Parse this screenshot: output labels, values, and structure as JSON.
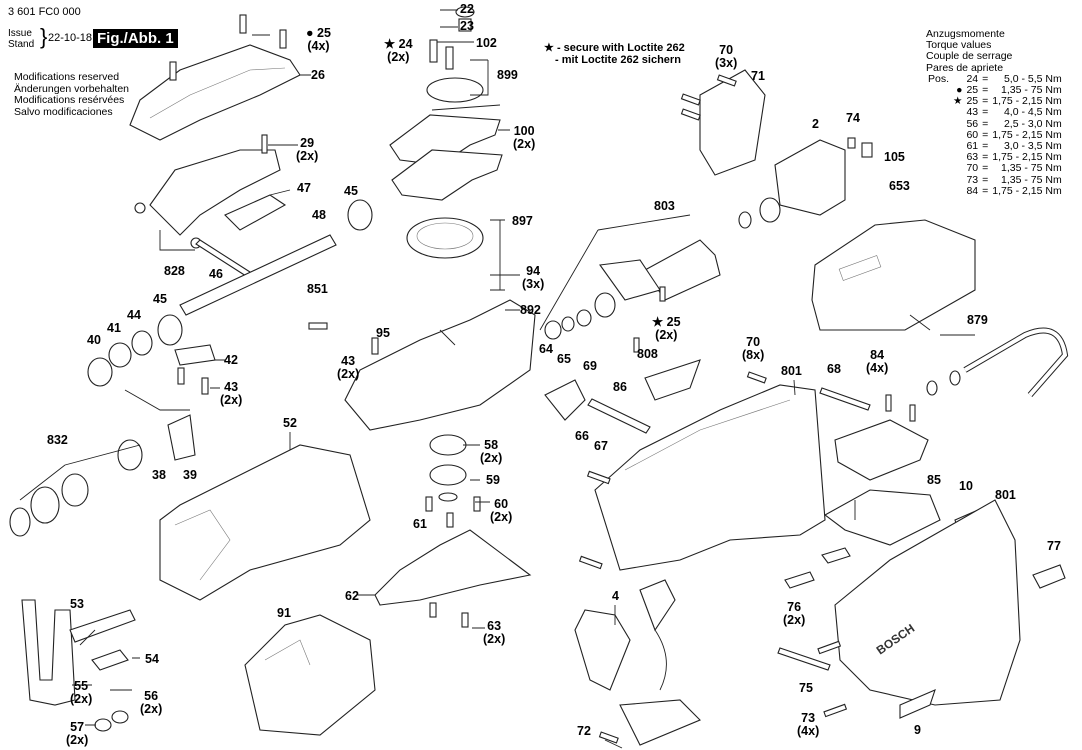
{
  "header": {
    "doc_number": "3 601 FC0 000",
    "issue_label": "Issue",
    "stand_label": "Stand",
    "brace": "}",
    "date": "22-10-18",
    "figure": "Fig./Abb. 1"
  },
  "modifications": [
    "Modifications reserved",
    "Änderungen vorbehalten",
    "Modifications resérvées",
    "Salvo modificaciones"
  ],
  "loctite_note": {
    "symbol": "★",
    "line1": "- secure with Loctite 262",
    "line2": "- mit Loctite 262 sichern"
  },
  "torque": {
    "titles": [
      "Anzugsmomente",
      "Torque values",
      "Couple de serrage",
      "Pares de apriete"
    ],
    "pos_label": "Pos.",
    "rows": [
      {
        "marker": "",
        "pos": "24",
        "eq": "=",
        "value": "5,0 - 5,5 Nm"
      },
      {
        "marker": "●",
        "pos": "25",
        "eq": "=",
        "value": "1,35 - 75 Nm"
      },
      {
        "marker": "★",
        "pos": "25",
        "eq": "=",
        "value": "1,75 - 2,15 Nm"
      },
      {
        "marker": "",
        "pos": "43",
        "eq": "=",
        "value": "4,0 - 4,5 Nm"
      },
      {
        "marker": "",
        "pos": "56",
        "eq": "=",
        "value": "2,5 - 3,0 Nm"
      },
      {
        "marker": "",
        "pos": "60",
        "eq": "=",
        "value": "1,75 - 2,15 Nm"
      },
      {
        "marker": "",
        "pos": "61",
        "eq": "=",
        "value": "3,0 - 3,5 Nm"
      },
      {
        "marker": "",
        "pos": "63",
        "eq": "=",
        "value": "1,75 - 2,15 Nm"
      },
      {
        "marker": "",
        "pos": "70",
        "eq": "=",
        "value": "1,35 - 75 Nm"
      },
      {
        "marker": "",
        "pos": "73",
        "eq": "=",
        "value": "1,35 - 75 Nm"
      },
      {
        "marker": "",
        "pos": "84",
        "eq": "=",
        "value": "1,75 - 2,15 Nm"
      }
    ]
  },
  "parts": [
    {
      "id": "22",
      "qty": ""
    },
    {
      "id": "23",
      "qty": ""
    },
    {
      "id": "● 25",
      "qty": "(4x)"
    },
    {
      "id": "★ 24",
      "qty": "(2x)"
    },
    {
      "id": "102",
      "qty": ""
    },
    {
      "id": "899",
      "qty": ""
    },
    {
      "id": "26",
      "qty": ""
    },
    {
      "id": "70",
      "qty": "(3x)"
    },
    {
      "id": "71",
      "qty": ""
    },
    {
      "id": "100",
      "qty": "(2x)"
    },
    {
      "id": "74",
      "qty": ""
    },
    {
      "id": "2",
      "qty": ""
    },
    {
      "id": "105",
      "qty": ""
    },
    {
      "id": "29",
      "qty": "(2x)"
    },
    {
      "id": "47",
      "qty": ""
    },
    {
      "id": "45",
      "qty": ""
    },
    {
      "id": "48",
      "qty": ""
    },
    {
      "id": "897",
      "qty": ""
    },
    {
      "id": "803",
      "qty": ""
    },
    {
      "id": "653",
      "qty": ""
    },
    {
      "id": "828",
      "qty": ""
    },
    {
      "id": "46",
      "qty": ""
    },
    {
      "id": "94",
      "qty": "(3x)"
    },
    {
      "id": "851",
      "qty": ""
    },
    {
      "id": "892",
      "qty": ""
    },
    {
      "id": "45",
      "qty": ""
    },
    {
      "id": "44",
      "qty": ""
    },
    {
      "id": "41",
      "qty": ""
    },
    {
      "id": "40",
      "qty": ""
    },
    {
      "id": "★ 25",
      "qty": "(2x)"
    },
    {
      "id": "95",
      "qty": ""
    },
    {
      "id": "43",
      "qty": "(2x)"
    },
    {
      "id": "42",
      "qty": ""
    },
    {
      "id": "43",
      "qty": "(2x)"
    },
    {
      "id": "64",
      "qty": ""
    },
    {
      "id": "65",
      "qty": ""
    },
    {
      "id": "69",
      "qty": ""
    },
    {
      "id": "808",
      "qty": ""
    },
    {
      "id": "70",
      "qty": "(8x)"
    },
    {
      "id": "801",
      "qty": ""
    },
    {
      "id": "68",
      "qty": ""
    },
    {
      "id": "84",
      "qty": "(4x)"
    },
    {
      "id": "879",
      "qty": ""
    },
    {
      "id": "86",
      "qty": ""
    },
    {
      "id": "66",
      "qty": ""
    },
    {
      "id": "67",
      "qty": ""
    },
    {
      "id": "832",
      "qty": ""
    },
    {
      "id": "52",
      "qty": ""
    },
    {
      "id": "38",
      "qty": ""
    },
    {
      "id": "39",
      "qty": ""
    },
    {
      "id": "58",
      "qty": "(2x)"
    },
    {
      "id": "59",
      "qty": ""
    },
    {
      "id": "60",
      "qty": "(2x)"
    },
    {
      "id": "61",
      "qty": ""
    },
    {
      "id": "85",
      "qty": ""
    },
    {
      "id": "10",
      "qty": ""
    },
    {
      "id": "801",
      "qty": ""
    },
    {
      "id": "77",
      "qty": ""
    },
    {
      "id": "53",
      "qty": ""
    },
    {
      "id": "62",
      "qty": ""
    },
    {
      "id": "4",
      "qty": ""
    },
    {
      "id": "91",
      "qty": ""
    },
    {
      "id": "63",
      "qty": "(2x)"
    },
    {
      "id": "76",
      "qty": "(2x)"
    },
    {
      "id": "54",
      "qty": ""
    },
    {
      "id": "55",
      "qty": "(2x)"
    },
    {
      "id": "56",
      "qty": "(2x)"
    },
    {
      "id": "75",
      "qty": ""
    },
    {
      "id": "57",
      "qty": "(2x)"
    },
    {
      "id": "72",
      "qty": ""
    },
    {
      "id": "73",
      "qty": "(4x)"
    },
    {
      "id": "9",
      "qty": ""
    }
  ],
  "brand_mark": "BOSCH"
}
